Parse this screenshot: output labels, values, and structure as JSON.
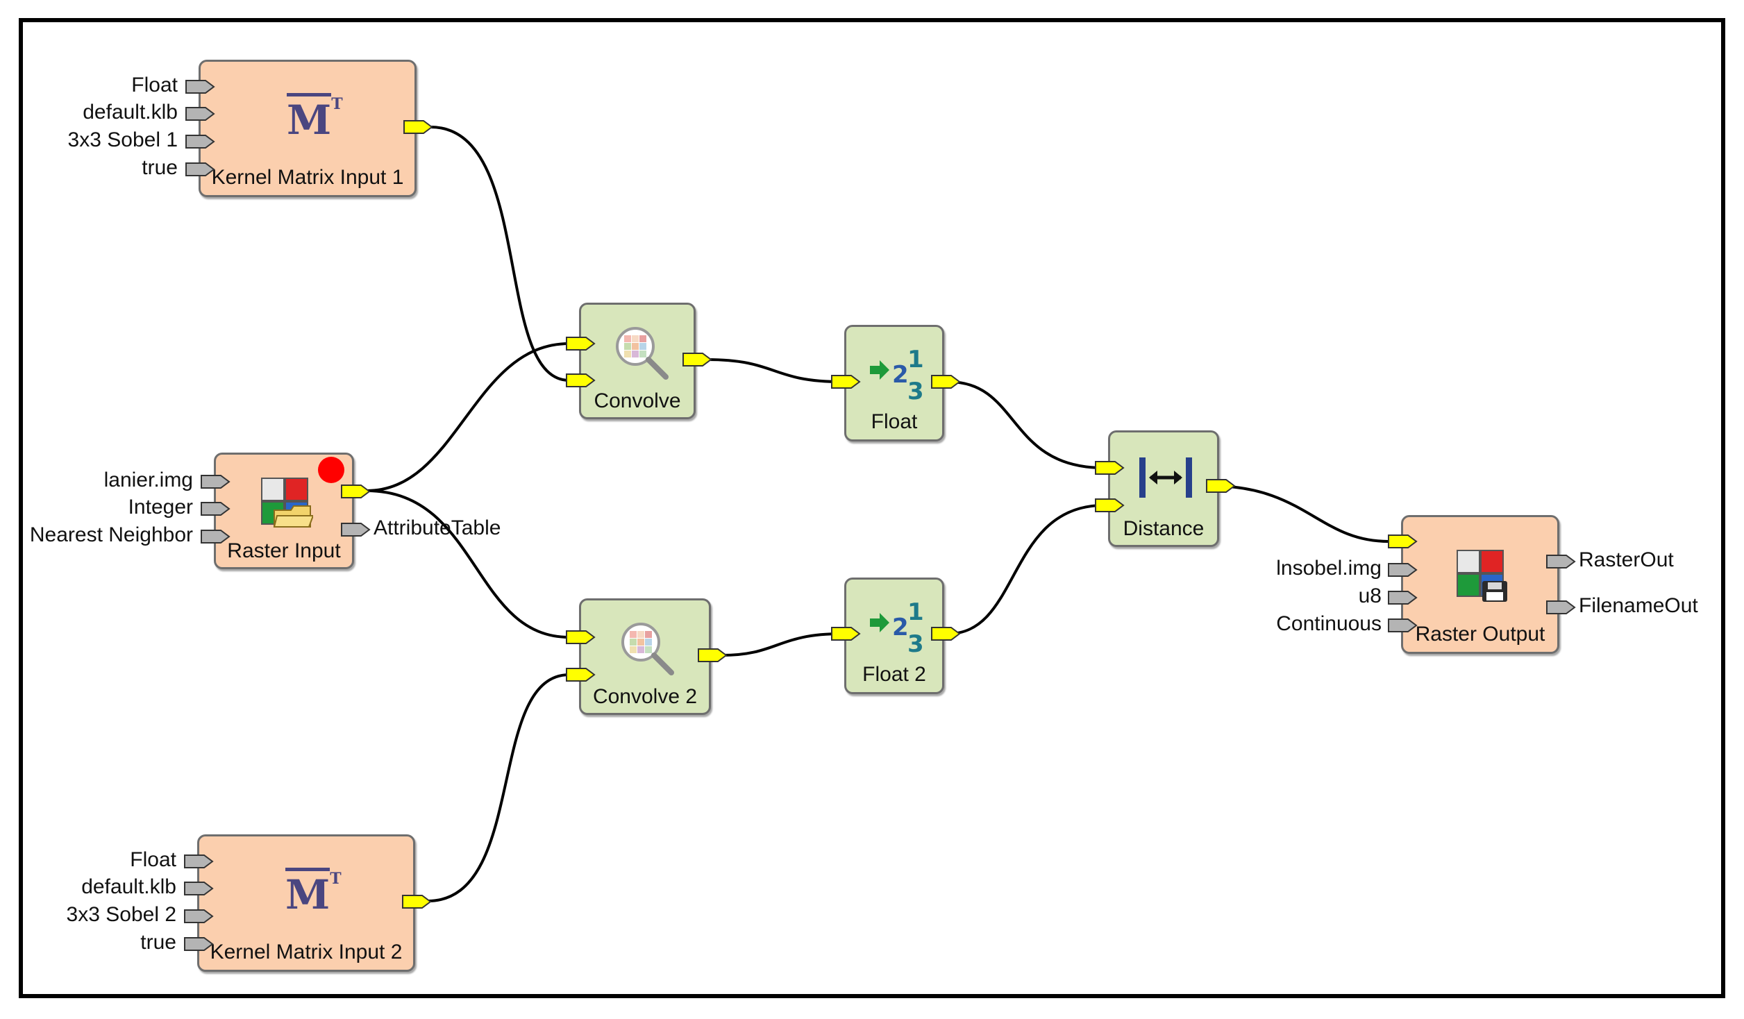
{
  "colors": {
    "input_node": "#fbcfae",
    "operator_node": "#d8e6bb",
    "data_port": "#ffff00",
    "param_port": "#b4b4b4",
    "wire": "#000000",
    "marker": "#ff0000"
  },
  "nodes": {
    "kernel1": {
      "label": "Kernel Matrix Input 1",
      "icon": "matrix-transpose-icon",
      "icon_text": "M",
      "icon_sup": "T",
      "inputs": [
        "Float",
        "default.klb",
        "3x3 Sobel 1",
        "true"
      ]
    },
    "kernel2": {
      "label": "Kernel Matrix Input 2",
      "icon": "matrix-transpose-icon",
      "icon_text": "M",
      "icon_sup": "T",
      "inputs": [
        "Float",
        "default.klb",
        "3x3 Sobel 2",
        "true"
      ]
    },
    "raster_input": {
      "label": "Raster Input",
      "icon": "raster-folder-icon",
      "inputs": [
        "lanier.img",
        "Integer",
        "Nearest Neighbor"
      ],
      "outputs": [
        "AttributeTable"
      ]
    },
    "convolve1": {
      "label": "Convolve",
      "icon": "magnifier-grid-icon"
    },
    "convolve2": {
      "label": "Convolve 2",
      "icon": "magnifier-grid-icon"
    },
    "float1": {
      "label": "Float",
      "icon": "number-convert-icon"
    },
    "float2": {
      "label": "Float 2",
      "icon": "number-convert-icon"
    },
    "distance": {
      "label": "Distance",
      "icon": "distance-arrows-icon"
    },
    "raster_output": {
      "label": "Raster Output",
      "icon": "raster-save-icon",
      "inputs": [
        "lnsobel.img",
        "u8",
        "Continuous"
      ],
      "outputs": [
        "RasterOut",
        "FilenameOut"
      ]
    }
  }
}
